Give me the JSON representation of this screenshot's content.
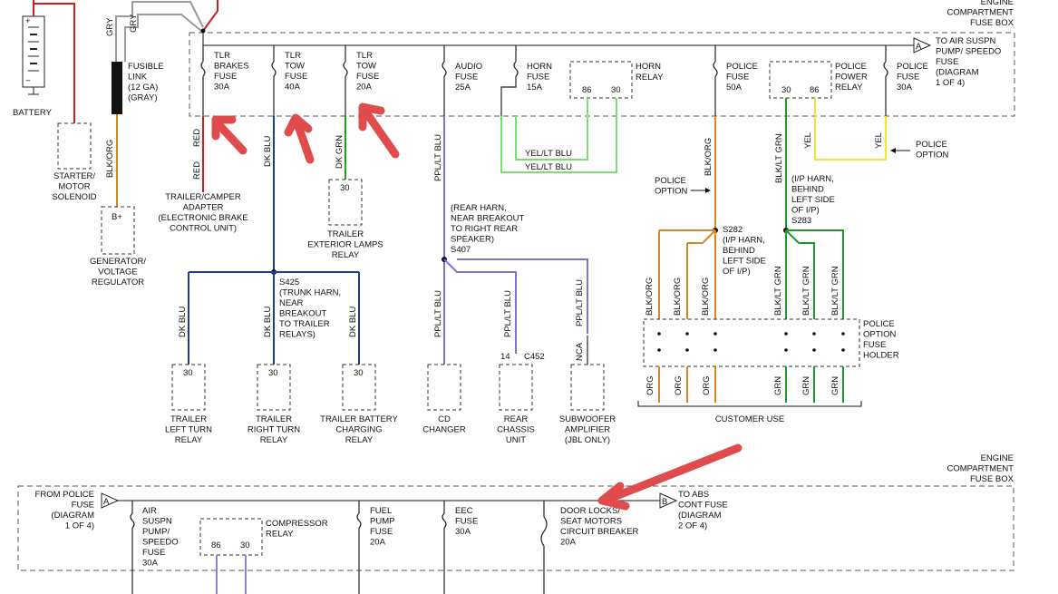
{
  "labels": {
    "engine_box_top": [
      "ENGINE",
      "COMPARTMENT",
      "FUSE BOX"
    ],
    "engine_box_bottom": [
      "ENGINE",
      "COMPARTMENT",
      "FUSE BOX"
    ],
    "battery": "BATTERY",
    "starter": [
      "STARTER/",
      "MOTOR",
      "SOLENOID"
    ],
    "generator": [
      "GENERATOR/",
      "VOLTAGE",
      "REGULATOR"
    ],
    "b_plus": "B+",
    "fusible_link": [
      "FUSIBLE",
      "LINK",
      "(12 GA)",
      "(GRAY)"
    ],
    "tlr_brakes_fuse": [
      "TLR",
      "BRAKES",
      "FUSE",
      "30A"
    ],
    "tlr_tow_fuse_40": [
      "TLR",
      "TOW",
      "FUSE",
      "40A"
    ],
    "tlr_tow_fuse_20": [
      "TLR",
      "TOW",
      "FUSE",
      "20A"
    ],
    "audio_fuse": [
      "AUDIO",
      "FUSE",
      "25A"
    ],
    "horn_fuse": [
      "HORN",
      "FUSE",
      "15A"
    ],
    "horn_relay": "HORN RELAY",
    "police_fuse_50": [
      "POLICE",
      "FUSE",
      "50A"
    ],
    "police_power_relay": [
      "POLICE",
      "POWER",
      "RELAY"
    ],
    "police_fuse_30": [
      "POLICE",
      "FUSE",
      "30A"
    ],
    "to_air_susp": [
      "TO AIR SUSPN",
      "PUMP/ SPEEDO",
      "FUSE",
      "(DIAGRAM",
      "1 OF 4)"
    ],
    "police_option": [
      "POLICE",
      "OPTION"
    ],
    "trailer_camper_adapter": [
      "TRAILER/CAMPER",
      "ADAPTER",
      "(ELECTRONIC BRAKE",
      "CONTROL UNIT)"
    ],
    "trailer_exterior_lamps_relay": [
      "TRAILER",
      "EXTERIOR LAMPS",
      "RELAY"
    ],
    "rear_harn_note": [
      "(REAR HARN,",
      "NEAR BREAKOUT",
      "TO RIGHT REAR",
      "SPEAKER)",
      "S407"
    ],
    "s425_note": [
      "S425",
      "(TRUNK HARN,",
      "NEAR",
      "BREAKOUT",
      "TO TRAILER",
      "RELAYS)"
    ],
    "s282_note": [
      "S282",
      "(I/P HARN,",
      "BEHIND",
      "LEFT SIDE",
      "OF I/P)"
    ],
    "s283_note": [
      "(I/P HARN,",
      "BEHIND",
      "LEFT SIDE",
      "OF I/P)",
      "S283"
    ],
    "police_option_fuse_holder": [
      "POLICE",
      "OPTION",
      "FUSE",
      "HOLDER"
    ],
    "customer_use": "CUSTOMER USE",
    "trailer_left_turn_relay": [
      "TRAILER",
      "LEFT TURN",
      "RELAY"
    ],
    "trailer_right_turn_relay": [
      "TRAILER",
      "RIGHT TURN",
      "RELAY"
    ],
    "trailer_battery_charging_relay": [
      "TRAILER BATTERY",
      "CHARGING",
      "RELAY"
    ],
    "cd_changer": [
      "CD",
      "CHANGER"
    ],
    "rear_chassis_unit": [
      "REAR",
      "CHASSIS",
      "UNIT"
    ],
    "subwoofer": [
      "SUBWOOFER",
      "AMPLIFIER",
      "(JBL ONLY)"
    ],
    "connector_c452": "C452",
    "pin_14": "14",
    "nca": "NCA",
    "pin_30": "30",
    "pin_86": "86",
    "from_police_fuse": [
      "FROM POLICE",
      "FUSE",
      "(DIAGRAM",
      "1 OF 4)"
    ],
    "air_suspn_fuse": [
      "AIR",
      "SUSPN",
      "PUMP/",
      "SPEEDO",
      "FUSE",
      "30A"
    ],
    "compressor_relay": [
      "COMPRESSOR",
      "RELAY"
    ],
    "fuel_pump_fuse": [
      "FUEL",
      "PUMP",
      "FUSE",
      "20A"
    ],
    "eec_fuse": [
      "EEC",
      "FUSE",
      "30A"
    ],
    "door_locks": [
      "DOOR LOCKS/",
      "SEAT MOTORS",
      "CIRCUIT BREAKER",
      "20A"
    ],
    "to_abs": [
      "TO ABS",
      "CONT FUSE",
      "(DIAGRAM",
      "2 OF 4)"
    ],
    "offpage_a": "A",
    "offpage_b": "B"
  },
  "wire_colors": {
    "red": "RED",
    "gry": "GRY",
    "blk_org": "BLK/ORG",
    "dk_blu": "DK BLU",
    "dk_grn": "DK GRN",
    "ppl_lt_blu": "PPL/LT BLU",
    "yel_lt_blu": "YEL/LT BLU",
    "blk_lt_grn": "BLK/LT GRN",
    "yel": "YEL",
    "org": "ORG",
    "grn": "GRN"
  },
  "colors": {
    "red_wire": "#cc1f1f",
    "gray_wire": "#9a9a9a",
    "dk_blue_wire": "#1d3d9a",
    "dk_green_wire": "#1f9a2a",
    "purple_wire": "#7a74d8",
    "lt_green_wire": "#7ddc72",
    "orange_wire": "#d9861f",
    "yellow_wire": "#f2e23a",
    "annotation_arrow": "#e04b4b"
  }
}
